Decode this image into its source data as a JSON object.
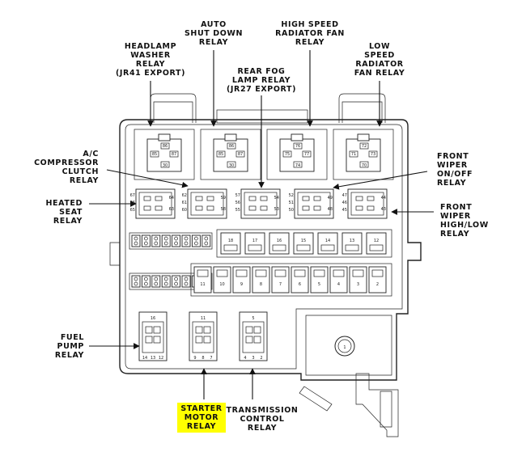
{
  "labels": {
    "headlamp_washer": "HEADLAMP\nWASHER\nRELAY\n(JR41 EXPORT)",
    "auto_shut_down": "AUTO\nSHUT DOWN\nRELAY",
    "high_speed_fan": "HIGH SPEED\nRADIATOR FAN\nRELAY",
    "low_speed_fan": "LOW\nSPEED\nRADIATOR\nFAN RELAY",
    "rear_fog": "REAR FOG\nLAMP RELAY\n(JR27 EXPORT)",
    "ac_clutch": "A/C\nCOMPRESSOR\nCLUTCH\nRELAY",
    "heated_seat": "HEATED\nSEAT\nRELAY",
    "front_wiper_onoff": "FRONT\nWIPER\nON/OFF\nRELAY",
    "front_wiper_highlow": "FRONT\nWIPER\nHIGH/LOW\nRELAY",
    "fuel_pump": "FUEL\nPUMP\nRELAY",
    "starter_motor": "STARTER\nMOTOR\nRELAY",
    "transmission_control": "TRANSMISSION\nCONTROL\nRELAY"
  },
  "pins": {
    "top_relays": [
      [
        "86",
        "85",
        "87",
        "30"
      ],
      [
        "86",
        "85",
        "87",
        "30"
      ],
      [
        "76",
        "75",
        "77",
        "74"
      ],
      [
        "72",
        "71",
        "73",
        "70"
      ]
    ],
    "mini_relay_left": [
      [
        "67",
        "66",
        "65"
      ],
      [
        "62",
        "61",
        "60"
      ],
      [
        "57",
        "56",
        "55"
      ],
      [
        "52",
        "51",
        "50"
      ],
      [
        "47",
        "46",
        "45"
      ]
    ],
    "mini_relay_right": [
      [
        "64",
        "63"
      ],
      [
        "59",
        "58"
      ],
      [
        "54",
        "53"
      ],
      [
        "49",
        "48"
      ],
      [
        "44",
        "43"
      ]
    ],
    "upper_fuse_row": [
      "18",
      "17",
      "16",
      "15",
      "14",
      "13",
      "12"
    ],
    "lower_fuse_row": [
      "11",
      "10",
      "9",
      "8",
      "7",
      "6",
      "5",
      "4",
      "3",
      "2"
    ],
    "bottom_relays": [
      {
        "top": "16",
        "bottom": [
          "14",
          "13",
          "12"
        ]
      },
      {
        "top": "11",
        "bottom": [
          "9",
          "8",
          "7"
        ]
      },
      {
        "top": "5",
        "bottom": [
          "4",
          "3",
          "2"
        ]
      }
    ],
    "round_terminal": "1"
  }
}
